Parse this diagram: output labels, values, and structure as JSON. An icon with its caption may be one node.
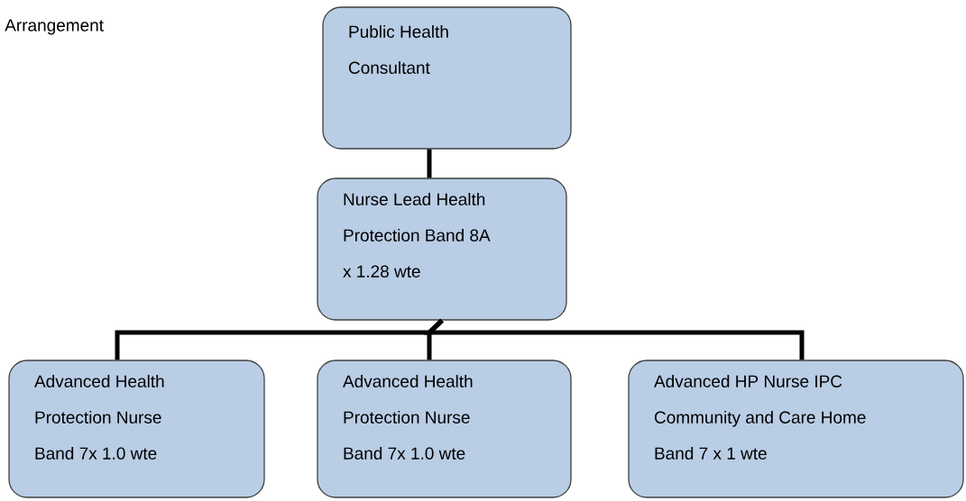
{
  "diagram": {
    "nodes": [
      {
        "text": [
          "Public Health Consultant"
        ]
      },
      {
        "text": [
          "Nurse Lead Health Protection Band 8A x 1.28 wte"
        ]
      },
      {
        "text": [
          "Advanced Health Protection Nurse Band 7x 1.0 wte"
        ]
      },
      {
        "text": [
          "Advanced Health Protection Nurse Band 7x 1.0 wte"
        ]
      },
      {
        "text": [
          "Advanced HP Nurse IPC Community and Care Home Band 7 x 1 wte"
        ]
      }
    ],
    "edges": [
      {
        "from": 0,
        "to": 1,
        "arrow": "none"
      },
      {
        "from": 1,
        "to": 2,
        "arrow": "none"
      },
      {
        "from": 1,
        "to": 3,
        "arrow": "none"
      },
      {
        "from": 1,
        "to": 4,
        "arrow": "none"
      }
    ],
    "labels": [
      "Arrangement"
    ]
  }
}
